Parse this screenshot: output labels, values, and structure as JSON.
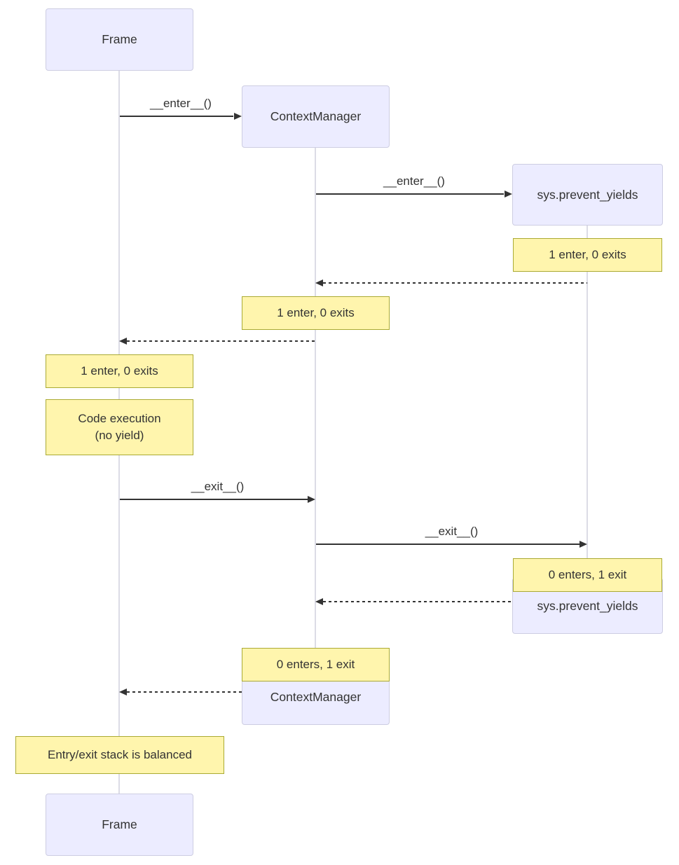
{
  "diagram": {
    "type": "sequence-diagram",
    "participants": {
      "frame": {
        "label": "Frame"
      },
      "context_manager": {
        "label": "ContextManager"
      },
      "sys_prevent_yields": {
        "label": "sys.prevent_yields"
      }
    },
    "messages": {
      "frame_to_cm_enter": {
        "label": "__enter__()",
        "style": "solid"
      },
      "cm_to_sys_enter": {
        "label": "__enter__()",
        "style": "solid"
      },
      "sys_to_cm_return_enter": {
        "label": "",
        "style": "dashed"
      },
      "cm_to_frame_return_enter": {
        "label": "",
        "style": "dashed"
      },
      "frame_to_cm_exit": {
        "label": "__exit__()",
        "style": "solid"
      },
      "cm_to_sys_exit": {
        "label": "__exit__()",
        "style": "solid"
      },
      "sys_to_cm_return_exit": {
        "label": "",
        "style": "dashed"
      },
      "cm_to_frame_return_exit": {
        "label": "",
        "style": "dashed"
      }
    },
    "notes": {
      "sys_after_enter": {
        "text": "1 enter, 0 exits"
      },
      "cm_after_enter": {
        "text": "1 enter, 0 exits"
      },
      "frame_after_enter": {
        "text": "1 enter, 0 exits"
      },
      "code_execution": {
        "text": "Code execution\n(no yield)"
      },
      "sys_after_exit": {
        "text": "0 enters, 1 exit"
      },
      "cm_after_exit": {
        "text": "0 enters, 1 exit"
      },
      "balanced": {
        "text": "Entry/exit stack is balanced"
      }
    },
    "colors": {
      "participant_fill": "#ECECFF",
      "participant_border": "#CDCDE2",
      "note_fill": "#FFF5AD",
      "note_border": "#AAAA33",
      "lifeline": "#DCDCE6",
      "arrow": "#333333",
      "text": "#333333",
      "background": "#FFFFFF"
    }
  }
}
